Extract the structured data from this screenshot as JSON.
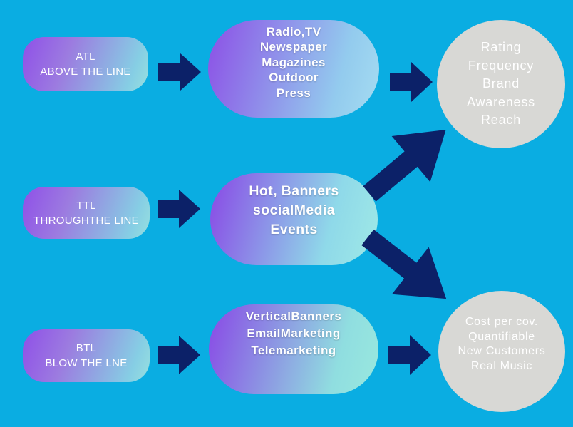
{
  "palette": {
    "background": "#0AADE2",
    "arrow": "#0C2168",
    "circle_fill": "#D8D8D5",
    "shape_gradient_start": "#8C4DE8",
    "shape_gradient_end_blue": "#93CBEE",
    "shape_gradient_end_aqua": "#9BE7E4",
    "text": "#FFFFFF"
  },
  "icons": {
    "horizontal_arrow": "arrow-right-icon",
    "diagonal_up_arrow": "arrow-up-right-icon",
    "diagonal_down_arrow": "arrow-down-right-icon"
  },
  "rows": [
    {
      "label": {
        "lines": [
          "ATL",
          "ABOVE THE LINE"
        ]
      },
      "media": {
        "lines": [
          "Radio,TV",
          "Newspaper",
          "Magazines",
          "Outdoor",
          "Press"
        ]
      },
      "result": {
        "lines": [
          "Rating",
          "Frequency",
          "Brand",
          "Awareness",
          "Reach"
        ]
      }
    },
    {
      "label": {
        "lines": [
          "TTL",
          "THROUGHTHE LINE"
        ]
      },
      "media": {
        "lines": [
          "Hot, Banners",
          "socialMedia",
          "Events"
        ]
      }
    },
    {
      "label": {
        "lines": [
          "BTL",
          "BLOW THE LNE"
        ]
      },
      "media": {
        "lines": [
          "VerticalBanners",
          "EmailMarketing",
          "Telemarketing"
        ]
      },
      "result": {
        "lines": [
          "Cost per cov.",
          "Quantifiable",
          "New Customers",
          "Real Music"
        ]
      }
    }
  ]
}
